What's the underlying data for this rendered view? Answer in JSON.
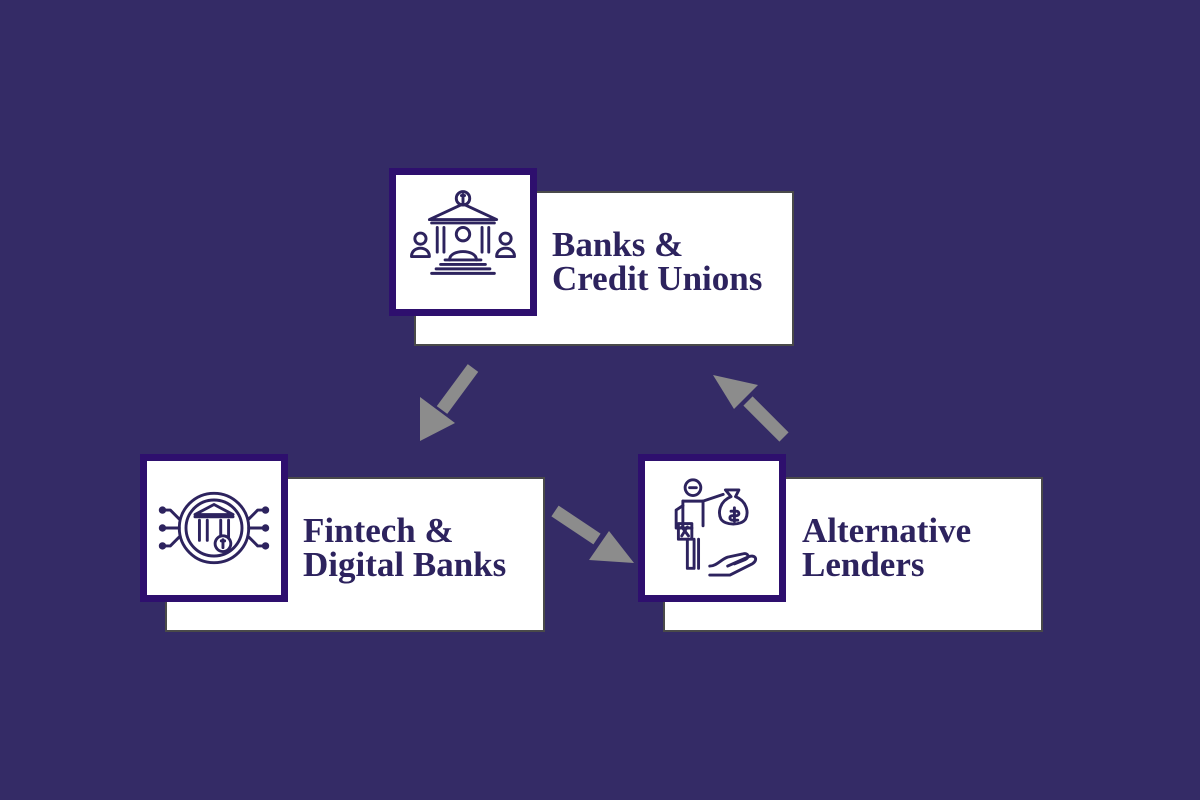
{
  "background_color": "#342b66",
  "accent_color": "#2e0f6e",
  "arrow_color": "#8c8c8c",
  "nodes": {
    "banks": {
      "line1": "Banks &",
      "line2": "Credit Unions",
      "icon": "bank-building-people-icon"
    },
    "fintech": {
      "line1": "Fintech &",
      "line2": "Digital Banks",
      "icon": "digital-bank-circuit-icon"
    },
    "alternative": {
      "line1": "Alternative",
      "line2": "Lenders",
      "icon": "lender-money-bag-icon"
    }
  },
  "edges": [
    {
      "from": "banks",
      "to": "fintech"
    },
    {
      "from": "fintech",
      "to": "alternative"
    },
    {
      "from": "alternative",
      "to": "banks"
    }
  ]
}
